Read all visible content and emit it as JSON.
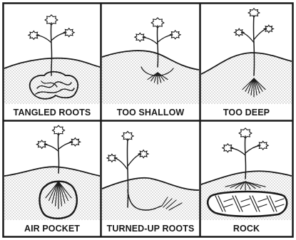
{
  "panels": [
    {
      "key": "tangled",
      "caption": "TANGLED ROOTS"
    },
    {
      "key": "shallow",
      "caption": "TOO SHALLOW"
    },
    {
      "key": "deep",
      "caption": "TOO DEEP"
    },
    {
      "key": "air",
      "caption": "AIR POCKET"
    },
    {
      "key": "turned",
      "caption": "TURNED-UP ROOTS"
    },
    {
      "key": "rock",
      "caption": "ROCK"
    }
  ],
  "colors": {
    "ink": "#1a1a1a",
    "soil_dot": "#8a8a8a",
    "background": "#ffffff"
  }
}
